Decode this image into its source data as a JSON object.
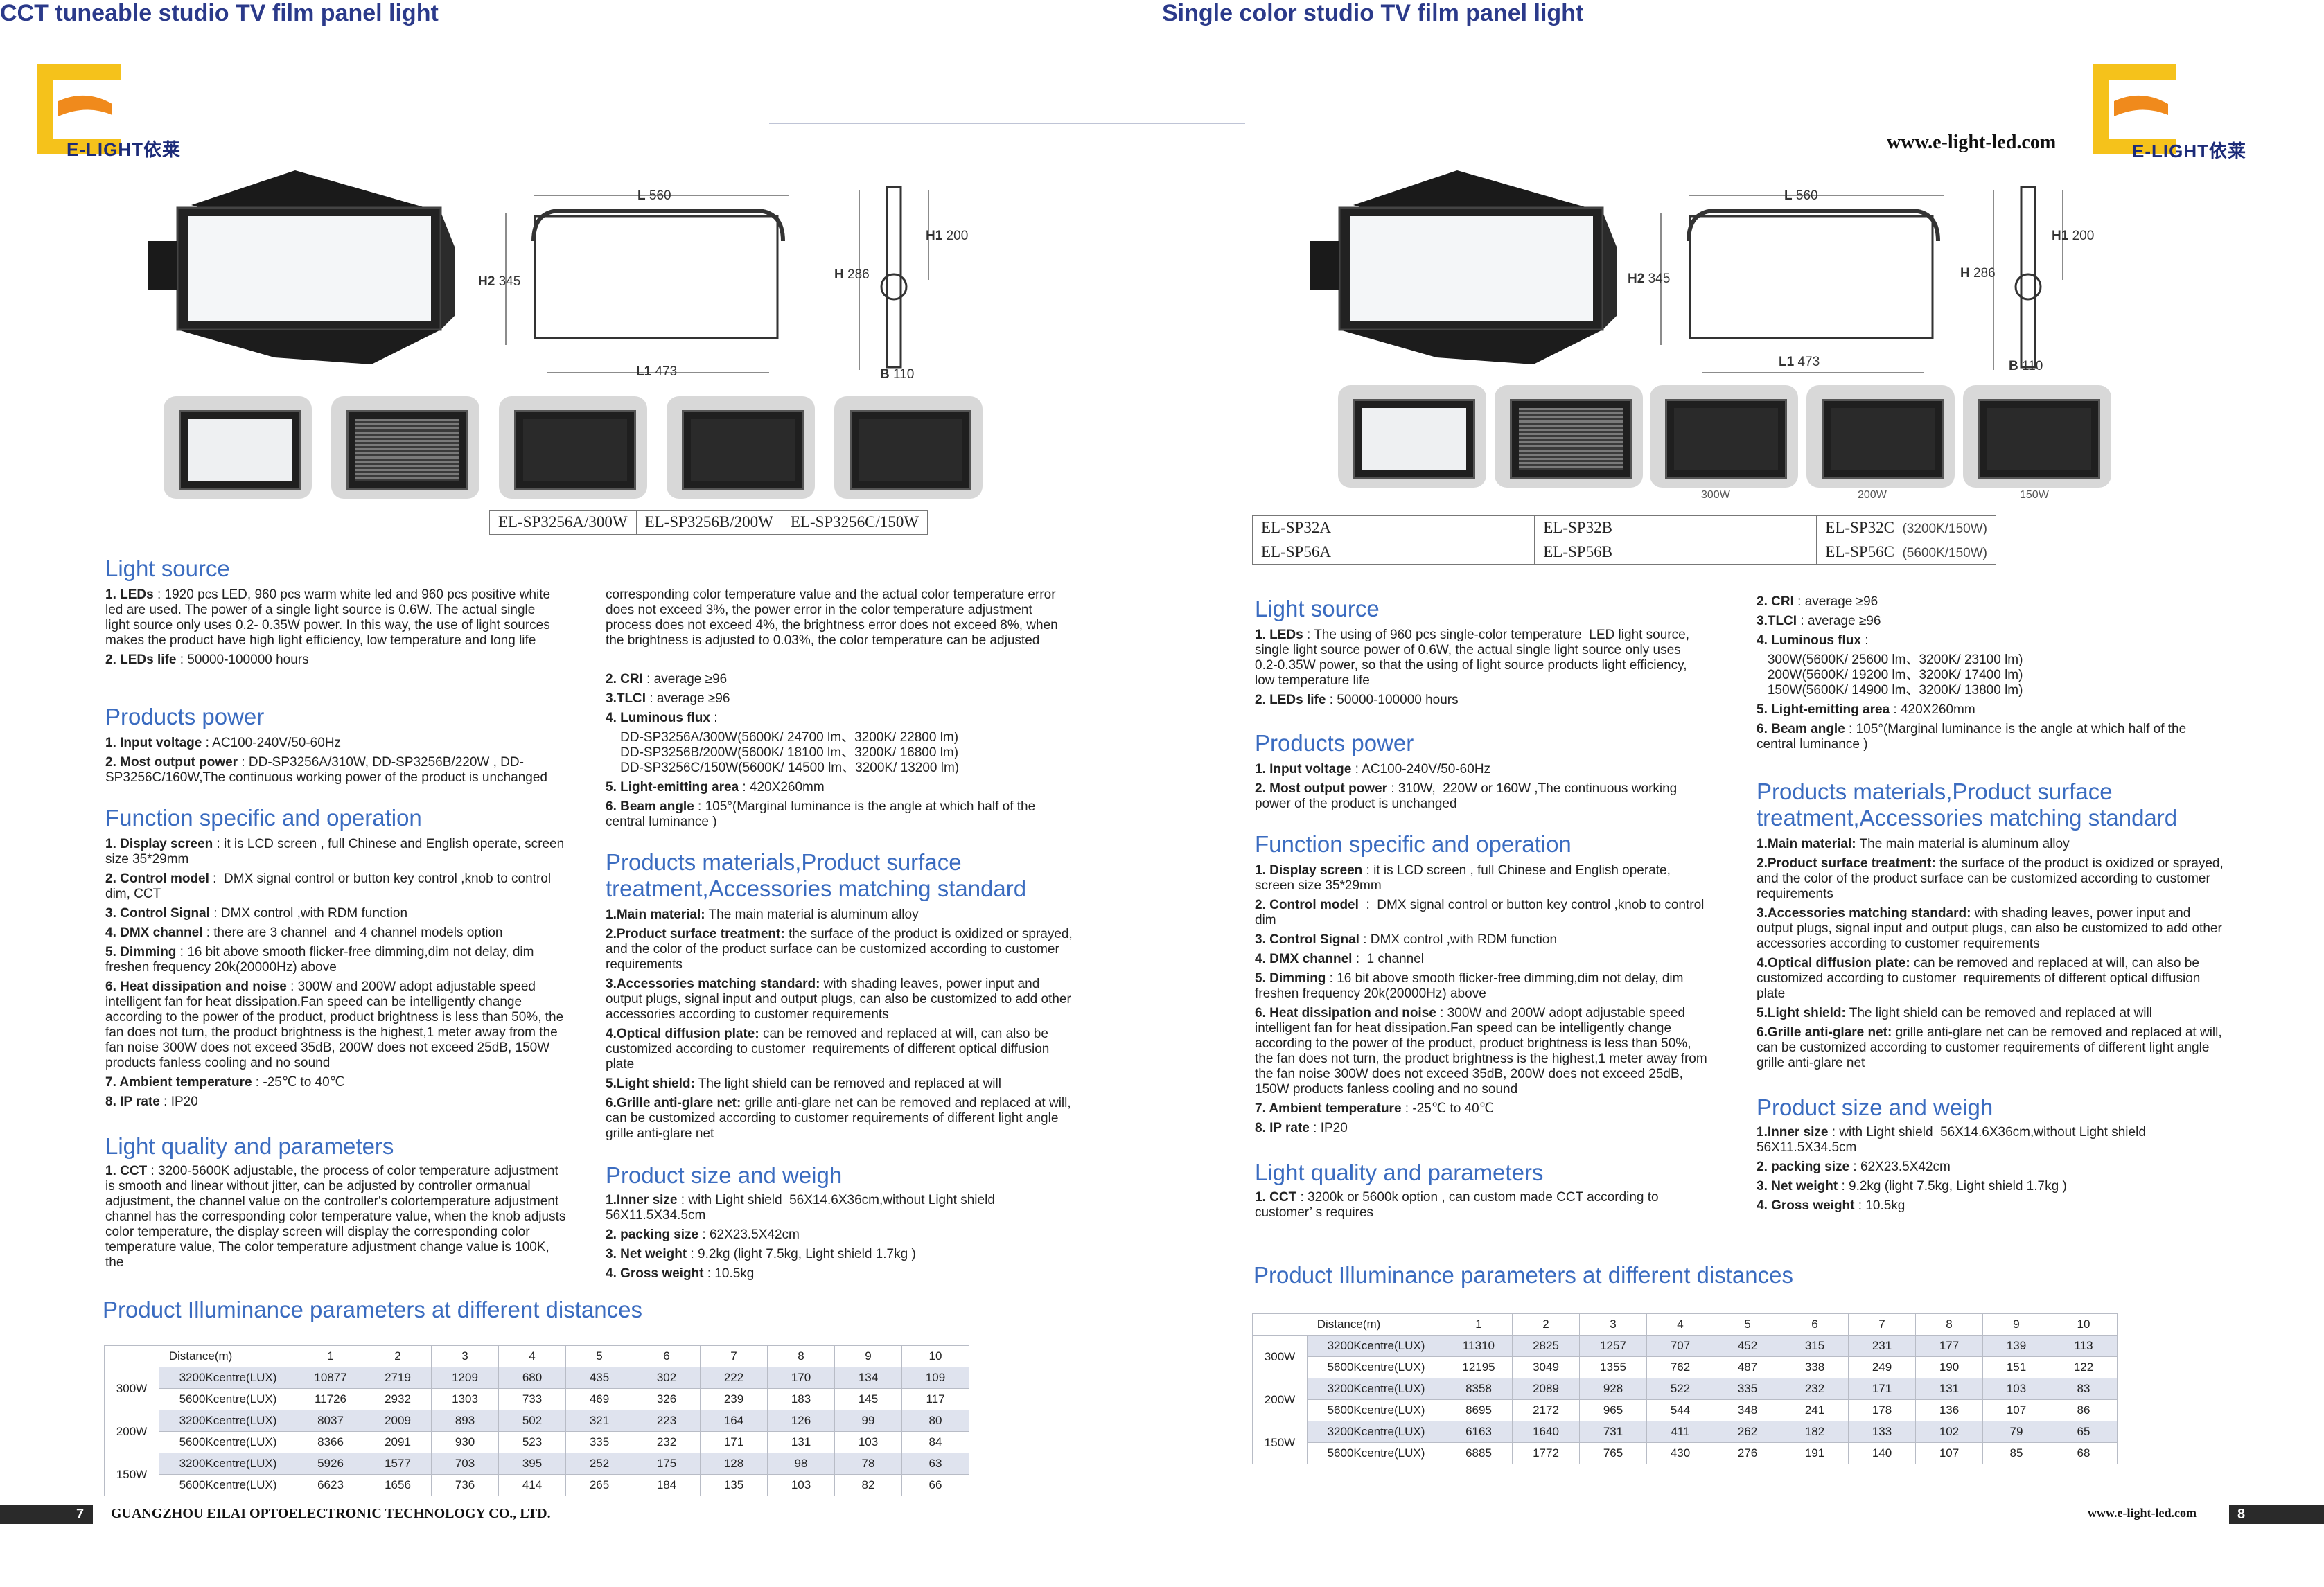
{
  "brand": {
    "logo_text": "E-LIGHT依莱",
    "website": "www.e-light-led.com",
    "footer_company": "GUANGZHOU EILAI OPTOELECTRONIC TECHNOLOGY CO., LTD.",
    "colors": {
      "accent_blue": "#3b6cc0",
      "title_navy": "#2b3a8a",
      "logo_yellow": "#f5c21b",
      "logo_orange": "#f08a1c"
    }
  },
  "left": {
    "title": "CCT tuneable studio TV film panel light",
    "page_number": "7",
    "dims": {
      "L_label": "L",
      "L": "560",
      "H2_label": "H2",
      "H2": "345",
      "H_label": "H",
      "H": "286",
      "H1_label": "H1",
      "H1": "200",
      "L1_label": "L1",
      "L1": "473",
      "B_label": "B",
      "B": "110"
    },
    "models": [
      "EL-SP3256A/300W",
      "EL-SP3256B/200W",
      "EL-SP3256C/150W"
    ],
    "light_source": {
      "heading": "Light source",
      "items": [
        {
          "k": "1. LEDs",
          "v": " : 1920 pcs LED, 960 pcs warm white led and 960 pcs positive white led are used. The power of a single light source is 0.6W. The actual single light source only uses 0.2- 0.35W power. In this way, the use of light sources makes the product have high light efficiency, low temperature and long life"
        },
        {
          "k": "2. LEDs life",
          "v": " : 50000-100000 hours"
        }
      ]
    },
    "power": {
      "heading": "Products power",
      "items": [
        {
          "k": "1. Input voltage",
          "v": " : AC100-240V/50-60Hz"
        },
        {
          "k": "2. Most output power",
          "v": " : DD-SP3256A/310W, DD-SP3256B/220W , DD-SP3256C/160W,The continuous working power of the product is unchanged"
        }
      ]
    },
    "function": {
      "heading": "Function specific and operation",
      "items": [
        {
          "k": "1. Display screen",
          "v": " : it is LCD screen , full Chinese and English operate, screen size 35*29mm"
        },
        {
          "k": "2. Control model",
          "v": " :  DMX signal control or button key control ,knob to control dim, CCT"
        },
        {
          "k": "3. Control Signal",
          "v": " : DMX control ,with RDM function"
        },
        {
          "k": "4. DMX channel",
          "v": " : there are 3 channel  and 4 channel models option"
        },
        {
          "k": "5. Dimming",
          "v": " : 16 bit above smooth flicker-free dimming,dim not delay, dim freshen frequency 20k(20000Hz) above"
        },
        {
          "k": "6. Heat dissipation and noise",
          "v": " : 300W and 200W adopt adjustable speed intelligent fan for heat dissipation.Fan speed can be intelligently change according to the power of the product, product brightness is less than 50%, the fan does not turn, the product brightness is the highest,1 meter away from the fan noise 300W does not exceed 35dB, 200W does not exceed 25dB, 150W products fanless cooling and no sound"
        },
        {
          "k": "7. Ambient temperature",
          "v": " : -25℃ to 40℃"
        },
        {
          "k": "8. IP rate",
          "v": " : IP20"
        }
      ]
    },
    "quality": {
      "heading": "Light quality and parameters",
      "items": [
        {
          "k": "1. CCT",
          "v": " : 3200-5600K adjustable, the process of color temperature adjustment is smooth and linear without jitter, can be adjusted by controller ormanual adjustment, the channel value on the controller's colortemperature adjustment channel has the corresponding color temperature value, when the knob adjusts color temperature, the display screen will display the corresponding color temperature value, The color temperature adjustment change value is 100K, the"
        }
      ]
    },
    "col2_intro": "corresponding color temperature value and the actual color temperature error does not exceed 3%, the power error in the color temperature adjustment process does not exceed 4%, the brightness error does not exceed 8%, when the brightness is adjusted to 0.03%, the color temperature can be adjusted",
    "col2_items": [
      {
        "k": "2. CRI",
        "v": " : average ≥96"
      },
      {
        "k": "3.TLCI",
        "v": " : average ≥96"
      },
      {
        "k": "4. Luminous flux",
        "v": " :"
      },
      {
        "k": "",
        "v": "    DD-SP3256A/300W(5600K/ 24700 lm、3200K/ 22800 lm)\n    DD-SP3256B/200W(5600K/ 18100 lm、3200K/ 16800 lm)\n    DD-SP3256C/150W(5600K/ 14500 lm、3200K/ 13200 lm)"
      },
      {
        "k": "5. Light-emitting area",
        "v": " : 420X260mm"
      },
      {
        "k": "6. Beam angle",
        "v": " : 105°(Marginal luminance is the angle at which half of the central luminance )"
      }
    ],
    "materials": {
      "heading": "Products materials,Product surface treatment,Accessories matching standard",
      "items": [
        {
          "k": "1.Main material:",
          "v": " The main material is aluminum alloy"
        },
        {
          "k": "2.Product surface treatment:",
          "v": " the surface of the product is oxidized or sprayed, and the color of the product surface can be customized according to customer requirements"
        },
        {
          "k": "3.Accessories matching standard:",
          "v": " with shading leaves, power input and  output plugs, signal input and output plugs, can also be customized to add other accessories according to customer requirements"
        },
        {
          "k": "4.Optical diffusion plate:",
          "v": " can be removed and replaced at will, can also be customized according to customer  requirements of different optical diffusion plate"
        },
        {
          "k": "5.Light shield:",
          "v": " The light shield can be removed and replaced at will"
        },
        {
          "k": "6.Grille anti-glare net:",
          "v": " grille anti-glare net can be removed and replaced at will, can be customized according to customer requirements of different light angle grille anti-glare net"
        }
      ]
    },
    "size": {
      "heading": "Product  size and weigh",
      "items": [
        {
          "k": "1.Inner size",
          "v": " : with Light shield  56X14.6X36cm,without Light shield 56X11.5X34.5cm"
        },
        {
          "k": "2. packing size",
          "v": " : 62X23.5X42cm"
        },
        {
          "k": "3. Net weight",
          "v": " : 9.2kg (light 7.5kg, Light shield 1.7kg )"
        },
        {
          "k": "4. Gross weight",
          "v": " : 10.5kg"
        }
      ]
    },
    "illum": {
      "heading": "Product Illuminance parameters at different distances",
      "header_label": "Distance(m)",
      "distances": [
        "1",
        "2",
        "3",
        "4",
        "5",
        "6",
        "7",
        "8",
        "9",
        "10"
      ],
      "groups": [
        {
          "name": "300W",
          "rows": [
            {
              "label": "3200Kcentre(LUX)",
              "values": [
                "10877",
                "2719",
                "1209",
                "680",
                "435",
                "302",
                "222",
                "170",
                "134",
                "109"
              ]
            },
            {
              "label": "5600Kcentre(LUX)",
              "values": [
                "11726",
                "2932",
                "1303",
                "733",
                "469",
                "326",
                "239",
                "183",
                "145",
                "117"
              ]
            }
          ]
        },
        {
          "name": "200W",
          "rows": [
            {
              "label": "3200Kcentre(LUX)",
              "values": [
                "8037",
                "2009",
                "893",
                "502",
                "321",
                "223",
                "164",
                "126",
                "99",
                "80"
              ]
            },
            {
              "label": "5600Kcentre(LUX)",
              "values": [
                "8366",
                "2091",
                "930",
                "523",
                "335",
                "232",
                "171",
                "131",
                "103",
                "84"
              ]
            }
          ]
        },
        {
          "name": "150W",
          "rows": [
            {
              "label": "3200Kcentre(LUX)",
              "values": [
                "5926",
                "1577",
                "703",
                "395",
                "252",
                "175",
                "128",
                "98",
                "78",
                "63"
              ]
            },
            {
              "label": "5600Kcentre(LUX)",
              "values": [
                "6623",
                "1656",
                "736",
                "414",
                "265",
                "184",
                "135",
                "103",
                "82",
                "66"
              ]
            }
          ]
        }
      ]
    }
  },
  "right": {
    "title": "Single color studio TV film  panel light",
    "page_number": "8",
    "dims": {
      "L_label": "L",
      "L": "560",
      "H2_label": "H2",
      "H2": "345",
      "H_label": "H",
      "H": "286",
      "H1_label": "H1",
      "H1": "200",
      "L1_label": "L1",
      "L1": "473",
      "B_label": "B",
      "B": "110"
    },
    "thumb_labels": [
      "300W",
      "200W",
      "150W"
    ],
    "models": [
      [
        "EL-SP32A",
        "EL-SP32B",
        "EL-SP32C",
        "(3200K/150W)"
      ],
      [
        "EL-SP56A",
        "EL-SP56B",
        "EL-SP56C",
        "(5600K/150W)"
      ]
    ],
    "light_source": {
      "heading": "Light source",
      "items": [
        {
          "k": "1. LEDs",
          "v": " : The using of 960 pcs single-color temperature  LED light source, single light source power of 0.6W, the actual single light source only uses 0.2-0.35W power, so that the using of light source products light efficiency, low temperature life"
        },
        {
          "k": "2. LEDs life",
          "v": " : 50000-100000 hours"
        }
      ]
    },
    "power": {
      "heading": "Products power",
      "items": [
        {
          "k": "1. Input voltage",
          "v": " : AC100-240V/50-60Hz"
        },
        {
          "k": "2. Most output power",
          "v": " : 310W,  220W or 160W ,The continuous working power of the product is unchanged"
        }
      ]
    },
    "function": {
      "heading": "Function specific and operation",
      "items": [
        {
          "k": "1. Display screen",
          "v": " : it is LCD screen , full Chinese and English operate, screen size 35*29mm"
        },
        {
          "k": "2. Control model",
          "v": "  :  DMX signal control or button key control ,knob to control dim"
        },
        {
          "k": "3. Control Signal",
          "v": " : DMX control ,with RDM function"
        },
        {
          "k": "4. DMX channel",
          "v": " :  1 channel"
        },
        {
          "k": "5. Dimming",
          "v": " : 16 bit above smooth flicker-free dimming,dim not delay, dim freshen frequency 20k(20000Hz) above"
        },
        {
          "k": "6. Heat dissipation and noise",
          "v": " : 300W and 200W adopt adjustable speed intelligent fan for heat dissipation.Fan speed can be intelligently change according to the power of the product, product brightness is less than 50%, the fan does not turn, the product brightness is the highest,1 meter away from the fan noise 300W does not exceed 35dB, 200W does not exceed 25dB, 150W products fanless cooling and no sound"
        },
        {
          "k": "7. Ambient temperature",
          "v": " : -25℃ to 40℃"
        },
        {
          "k": "8. IP rate",
          "v": " : IP20"
        }
      ]
    },
    "quality": {
      "heading": "Light quality and parameters",
      "items": [
        {
          "k": "1. CCT",
          "v": " : 3200k or 5600k option , can custom made CCT according to  customer’ s requires"
        }
      ]
    },
    "col2_items": [
      {
        "k": "2. CRI",
        "v": " : average ≥96"
      },
      {
        "k": "3.TLCI",
        "v": " : average ≥96"
      },
      {
        "k": "4. Luminous flux",
        "v": " :"
      },
      {
        "k": "",
        "v": "   300W(5600K/ 25600 lm、3200K/ 23100 lm)\n   200W(5600K/ 19200 lm、3200K/ 17400 lm)\n   150W(5600K/ 14900 lm、3200K/ 13800 lm)"
      },
      {
        "k": "5. Light-emitting area",
        "v": " : 420X260mm"
      },
      {
        "k": "6. Beam angle",
        "v": " : 105°(Marginal luminance is the angle at which half of the central luminance )"
      }
    ],
    "materials": {
      "heading": "Products materials,Product surface treatment,Accessories matching standard",
      "items": [
        {
          "k": "1.Main material:",
          "v": " The main material is aluminum alloy"
        },
        {
          "k": "2.Product surface treatment:",
          "v": " the surface of the product is oxidized or sprayed, and the color of the product surface can be customized according to customer requirements"
        },
        {
          "k": "3.Accessories matching standard:",
          "v": " with shading leaves, power input and  output plugs, signal input and output plugs, can also be customized to add other accessories according to customer requirements"
        },
        {
          "k": "4.Optical diffusion plate:",
          "v": " can be removed and replaced at will, can also be customized according to customer  requirements of different optical diffusion plate"
        },
        {
          "k": "5.Light shield:",
          "v": " The light shield can be removed and replaced at will"
        },
        {
          "k": "6.Grille anti-glare net:",
          "v": " grille anti-glare net can be removed and replaced at will, can be customized according to customer requirements of different light angle grille anti-glare net"
        }
      ]
    },
    "size": {
      "heading": "Product  size and weigh",
      "items": [
        {
          "k": "1.Inner size",
          "v": " : with Light shield  56X14.6X36cm,without Light shield 56X11.5X34.5cm"
        },
        {
          "k": "2. packing size",
          "v": " : 62X23.5X42cm"
        },
        {
          "k": "3. Net weight",
          "v": " : 9.2kg (light 7.5kg, Light shield 1.7kg )"
        },
        {
          "k": "4. Gross weight",
          "v": " : 10.5kg"
        }
      ]
    },
    "illum": {
      "heading": "Product Illuminance parameters at different distances",
      "header_label": "Distance(m)",
      "distances": [
        "1",
        "2",
        "3",
        "4",
        "5",
        "6",
        "7",
        "8",
        "9",
        "10"
      ],
      "groups": [
        {
          "name": "300W",
          "rows": [
            {
              "label": "3200Kcentre(LUX)",
              "values": [
                "11310",
                "2825",
                "1257",
                "707",
                "452",
                "315",
                "231",
                "177",
                "139",
                "113"
              ]
            },
            {
              "label": "5600Kcentre(LUX)",
              "values": [
                "12195",
                "3049",
                "1355",
                "762",
                "487",
                "338",
                "249",
                "190",
                "151",
                "122"
              ]
            }
          ]
        },
        {
          "name": "200W",
          "rows": [
            {
              "label": "3200Kcentre(LUX)",
              "values": [
                "8358",
                "2089",
                "928",
                "522",
                "335",
                "232",
                "171",
                "131",
                "103",
                "83"
              ]
            },
            {
              "label": "5600Kcentre(LUX)",
              "values": [
                "8695",
                "2172",
                "965",
                "544",
                "348",
                "241",
                "178",
                "136",
                "107",
                "86"
              ]
            }
          ]
        },
        {
          "name": "150W",
          "rows": [
            {
              "label": "3200Kcentre(LUX)",
              "values": [
                "6163",
                "1640",
                "731",
                "411",
                "262",
                "182",
                "133",
                "102",
                "79",
                "65"
              ]
            },
            {
              "label": "5600Kcentre(LUX)",
              "values": [
                "6885",
                "1772",
                "765",
                "430",
                "276",
                "191",
                "140",
                "107",
                "85",
                "68"
              ]
            }
          ]
        }
      ]
    }
  }
}
